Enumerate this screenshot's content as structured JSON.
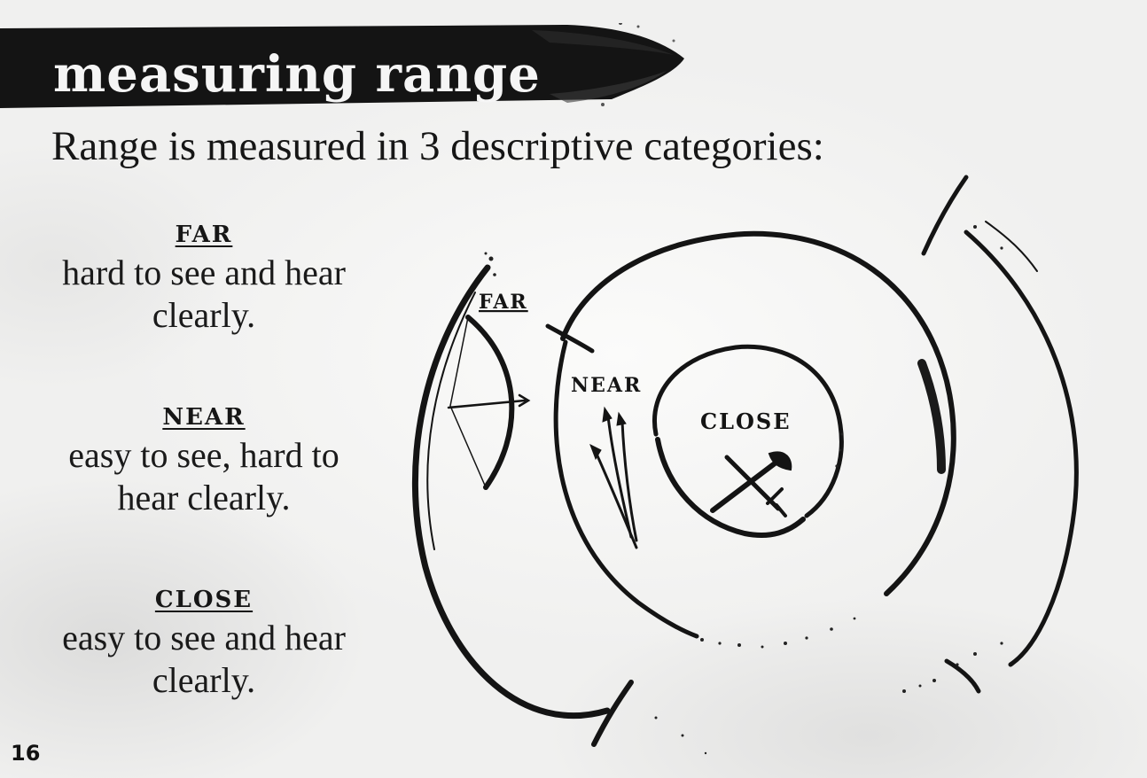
{
  "page": {
    "title": "measuring range",
    "subtitle": "Range is measured in 3 descriptive categories:",
    "page_number": "16"
  },
  "categories": [
    {
      "heading": "FAR",
      "description": "hard to see and hear clearly."
    },
    {
      "heading": "NEAR",
      "description": "easy to see, hard to hear clearly."
    },
    {
      "heading": "CLOSE",
      "description": "easy to see and hear clearly."
    }
  ],
  "diagram": {
    "far_label": "FAR",
    "near_label": "NEAR",
    "close_label": "CLOSE",
    "far_icon": "bow-and-arrow-icon",
    "near_icon": "arrows-icon",
    "close_icon": "crossed-axe-sword-icon"
  },
  "colors": {
    "ink": "#161616",
    "paper": "#f4f4f3",
    "banner_text": "#f5f5f5"
  }
}
